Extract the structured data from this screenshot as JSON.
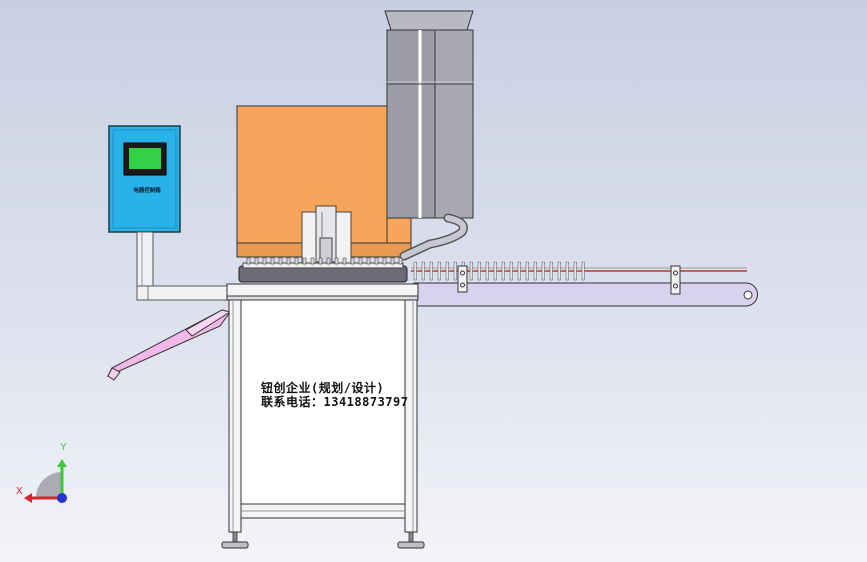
{
  "viewport": {
    "background_top": "#c9cfe2",
    "background_bottom": "#f3f4f8"
  },
  "colors": {
    "housing_orange": "#f7a55c",
    "control_box_blue": "#29b2e8",
    "screen_green": "#35d04a",
    "chute_pink": "#f3b8ea",
    "conveyor_lavender": "#d8d2ee",
    "hopper_gray": "#9a9aa6",
    "frame_white": "#f4f4f6",
    "conveyor_line_red": "#c0392b"
  },
  "control_box": {
    "label": "电器控制箱"
  },
  "annotation": {
    "line1": "钮创企业(规划/设计)",
    "line2": "联系电话：13418873797"
  },
  "triad": {
    "x_label": "X",
    "y_label": "Y",
    "x_color": "#d8262f",
    "y_color": "#3ac93a",
    "z_color": "#2232d8"
  }
}
